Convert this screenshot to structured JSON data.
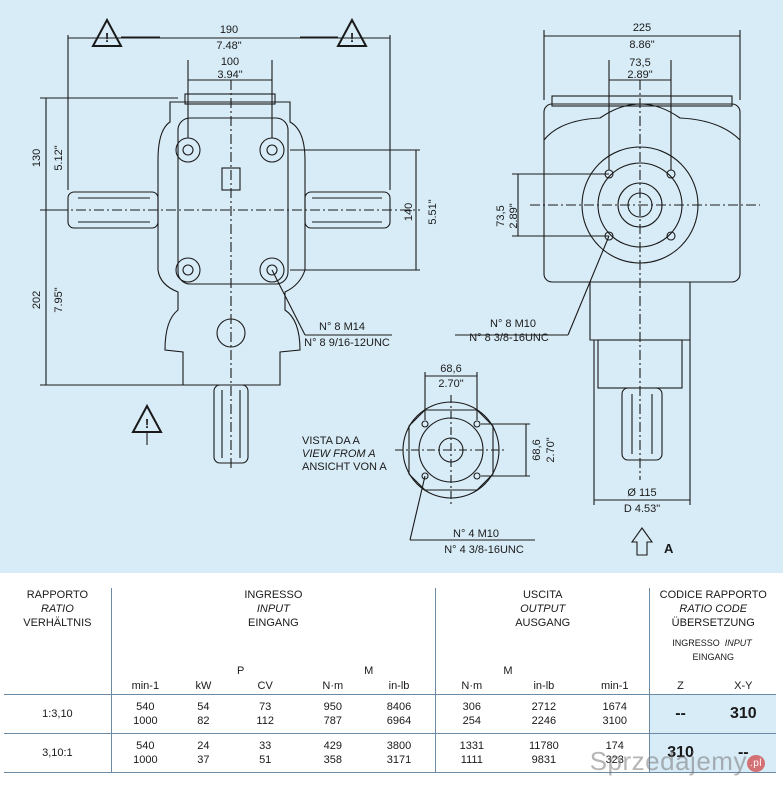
{
  "drawing": {
    "front": {
      "dim_width_mm": "190",
      "dim_width_in": "7.48\"",
      "dim_inner_mm": "100",
      "dim_inner_in": "3.94\"",
      "dim_upper_mm": "130",
      "dim_upper_in": "5.12\"",
      "dim_lower_mm": "202",
      "dim_lower_in": "7.95\"",
      "dim_height_mm": "140",
      "dim_height_in": "5.51\"",
      "bolt_metric": "N° 8 M14",
      "bolt_unc": "N° 8 9/16-12UNC"
    },
    "side": {
      "dim_width_mm": "225",
      "dim_width_in": "8.86\"",
      "dim_inner_mm": "73,5",
      "dim_inner_in": "2.89\"",
      "dim_vert_mm": "73,5",
      "dim_vert_in": "2.89\"",
      "bolt_metric": "N° 8 M10",
      "bolt_unc": "N° 8 3/8-16UNC",
      "dia_mm": "Ø 115",
      "dia_in": "D 4.53\"",
      "arrow_label": "A"
    },
    "view": {
      "dim_h_mm": "68,6",
      "dim_h_in": "2.70\"",
      "dim_v_mm": "68,6",
      "dim_v_in": "2.70\"",
      "title_it": "VISTA DA A",
      "title_en": "VIEW FROM A",
      "title_de": "ANSICHT VON A",
      "bolt_metric": "N° 4 M10",
      "bolt_unc": "N° 4 3/8-16UNC"
    },
    "colors": {
      "background": "#d8ecf7",
      "line": "#1a1a1a"
    }
  },
  "table": {
    "ratio_header": [
      "RAPPORTO",
      "RATIO",
      "VERHÄLTNIS"
    ],
    "input_header": [
      "INGRESSO",
      "INPUT",
      "EINGANG"
    ],
    "output_header": [
      "USCITA",
      "OUTPUT",
      "AUSGANG"
    ],
    "code_header": [
      "CODICE RAPPORTO",
      "RATIO CODE",
      "ÜBERSETZUNG"
    ],
    "code_sub": [
      "INGRESSO",
      "INPUT",
      "EINGANG"
    ],
    "p_label": "P",
    "m_label": "M",
    "m_out_label": "M",
    "units": [
      "min-1",
      "kW",
      "CV",
      "N·m",
      "in-lb",
      "N·m",
      "in-lb",
      "min-1",
      "Z",
      "X-Y"
    ],
    "rows": [
      {
        "ratio": "1:3,10",
        "lines": [
          [
            "540",
            "54",
            "73",
            "950",
            "8406",
            "306",
            "2712",
            "1674"
          ],
          [
            "1000",
            "82",
            "112",
            "787",
            "6964",
            "254",
            "2246",
            "3100"
          ]
        ],
        "z": "--",
        "xy": "310"
      },
      {
        "ratio": "3,10:1",
        "lines": [
          [
            "540",
            "24",
            "33",
            "429",
            "3800",
            "1331",
            "11780",
            "174"
          ],
          [
            "1000",
            "37",
            "51",
            "358",
            "3171",
            "1111",
            "9831",
            "323"
          ]
        ],
        "z": "310",
        "xy": "--"
      }
    ]
  },
  "watermark": {
    "text": "Sprzedajemy",
    "badge": ".pl"
  }
}
